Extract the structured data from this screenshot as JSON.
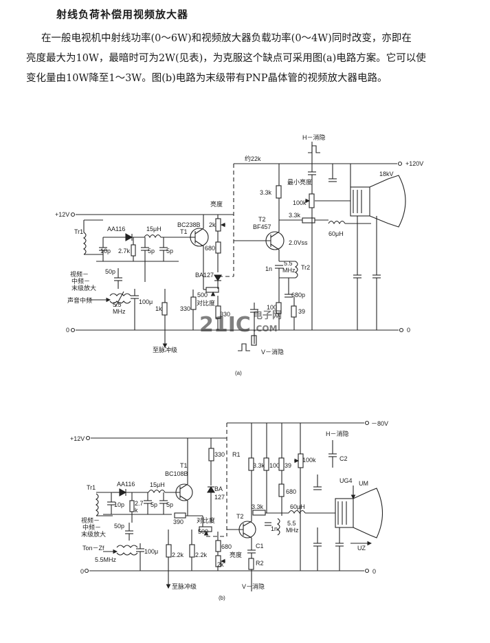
{
  "title": "射线负荷补偿用视频放大器",
  "paragraph": [
    "在一般电视机中射线功率(0～6W)和视频放大器负载功率(0～4W)同时改变，亦即在",
    "亮度最大为10W，最暗时可为2W(见表)，为克服这个缺点可采用图(a)电路方案。它可以使",
    "变化量由10W降至1～3W。图(b)电路为末级带有PNP晶体管的视频放大器电路。"
  ],
  "watermark": {
    "logo": "21IC",
    "cn": "电子网",
    "url": ".COM"
  },
  "circuit_a": {
    "caption": "(a)",
    "supply_left": "+12V",
    "supply_right": "+120V",
    "h_blank": "H－消隐",
    "v_blank": "V－消隐",
    "r_22k": "约22k",
    "r_3k3": "3.3k",
    "min_brightness": "最小亮度",
    "r_100k": "100k",
    "crt_voltage": "18kV",
    "brightness": "亮度",
    "r_2k": "2k",
    "t1_type": "BC238B",
    "t1": "T1",
    "t2": "T2",
    "t2_type": "BF457",
    "r_3k3_out": "3.3k",
    "l_60uh": "60μH",
    "r_680": "680",
    "v_2vss": "2.0Vss",
    "tr1": "Tr1",
    "aa116": "AA116",
    "l_15uh": "15μH",
    "c_10p": "10p",
    "r_2k7": "2.7k",
    "c_5p_a": "5p",
    "c_5p_b": "5p",
    "c_50p": "50p",
    "label_vif": "视频－",
    "label_mf": "中频－",
    "label_final": "末级放大",
    "sound_if": "声音中频",
    "f_5mhz": "5.5",
    "f_mhz": "MHz",
    "c_100u": "100μ",
    "r_1k": "1k",
    "ba127": "BA127",
    "r_500": "500",
    "r_330_a": "330",
    "contrast": "对比度",
    "r_330_b": "330",
    "c_1n": "1n",
    "f_55": "5.5",
    "f_55_mhz": "MHz",
    "tr2": "Tr2",
    "c_680p": "680p",
    "r_100": "100",
    "r_39": "39",
    "zero_left": "0",
    "zero_right": "0",
    "to_pulse": "至脉冲级"
  },
  "circuit_b": {
    "caption": "(b)",
    "supply_left": "+12V",
    "supply_right": "－80V",
    "r_330": "330",
    "r1": "R1",
    "r_3k3": "3.3k",
    "r_100": "100",
    "r_39": "39",
    "r_100k": "100k",
    "h_blank": "H－消隐",
    "c2": "C2",
    "t1": "T1",
    "t1_type": "BC108B",
    "ba": "BA",
    "ba_num": "127",
    "r_680_top": "680",
    "u_g4": "UG4",
    "u_m": "UM",
    "tr1": "Tr1",
    "aa116": "AA116",
    "l_15uh": "15μH",
    "c_10p": "10p",
    "r_2k7a": "2.7",
    "r_2k7b": "k",
    "c_5p_a": "5p",
    "c_5p_b": "5p",
    "c_50p": "50p",
    "label_vif": "视频－",
    "label_mf": "中频－",
    "label_final": "末级放大",
    "ton_zf": "Ton－Zf",
    "f_55": "5.5MHz",
    "c_100u": "100μ",
    "r_390": "390",
    "contrast": "对比度",
    "r_500": "500",
    "t2": "T2",
    "r_3k3_b": "3.3k",
    "c_1n": "1n",
    "l_60uh": "60μH",
    "f_55b": "5.5",
    "f_mhz": "MHz",
    "u_z": "UZ",
    "r_680": "680",
    "c1": "C1",
    "brightness": "亮度",
    "r_2k": "2k",
    "r2": "R2",
    "r_2k2a": "2.2k",
    "r_2k2b": "2.2k",
    "zero_left": "0",
    "zero_right": "0",
    "v_blank": "V－消隐",
    "to_pulse": "至脉冲级"
  }
}
